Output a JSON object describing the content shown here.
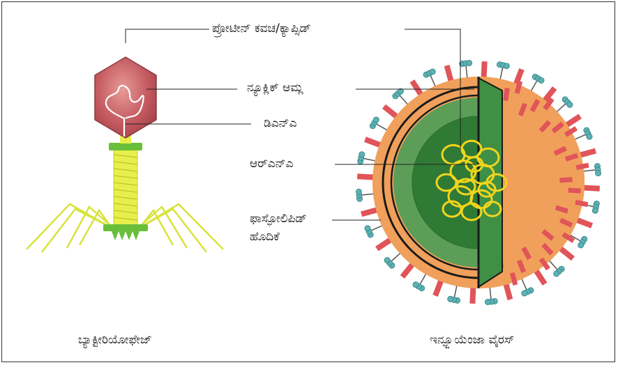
{
  "labels": {
    "capsid": "ಪ್ರೋಟೀನ್ ಕವಚ/ಕ್ಯಾಪ್ಸಿಡ್",
    "nucleic_acid": "ನ್ಯೂಕ್ಲಿಕ್ ಆಮ್ಲ",
    "dna": "ಡಿಎನ್ಎ",
    "rna": "ಆರ್‌ಎನ್ಎ",
    "phospholipid_line1": "ಫಾಸ್ಫೋಲಿಪಿಡ್",
    "phospholipid_line2": "ಹೊದಿಕೆ"
  },
  "captions": {
    "bacteriophage": "ಬ್ಯಾಕ್ಟೀರಿಯೋಫೇಜ್",
    "influenza": "ಇನ್ಫ್ಲೂಯೆಂಜಾ ವೈರಸ್"
  },
  "colors": {
    "capsid_fill": "#c9646a",
    "tail_yellow": "#e8ec4a",
    "collar_green": "#6abf3a",
    "virus_orange": "#f0a05a",
    "envelope_dark": "#1a1a1a",
    "inner_green": "#4f9d4f",
    "inner_green_dark": "#2f7a35",
    "rna_yellow": "#f2d51b",
    "spike_red": "#e0545a",
    "spike_teal": "#5db2b4"
  }
}
